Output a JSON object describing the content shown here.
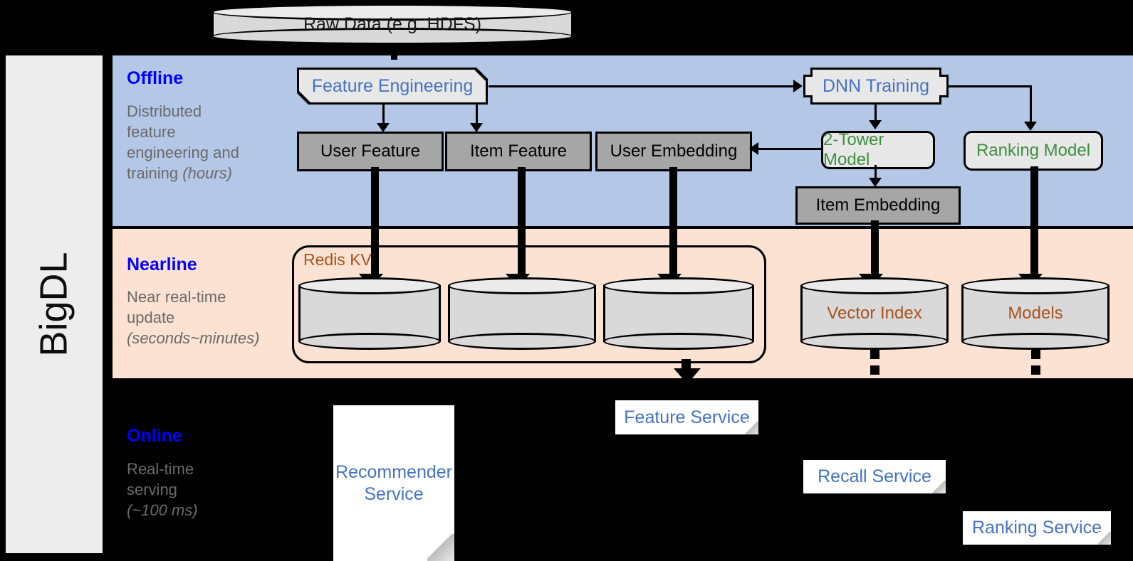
{
  "framework": {
    "name": "BigDL"
  },
  "top": {
    "raw_data_label": "Raw Data (e.g. HDFS)"
  },
  "bands": {
    "offline": {
      "title": "Offline",
      "description_line1": "Distributed",
      "description_line2": "feature",
      "description_line3": "engineering and",
      "description_line4": "training ",
      "description_emphasis": "(hours)"
    },
    "nearline": {
      "title": "Nearline",
      "description_line1": "Near real-time",
      "description_line2": "update",
      "description_emphasis": "(seconds~minutes)"
    },
    "online": {
      "title": "Online",
      "description_line1": "Real-time",
      "description_line2": "serving",
      "description_emphasis": "(~100 ms)"
    }
  },
  "offline_nodes": {
    "feature_engineering": "Feature Engineering",
    "dnn_training": "DNN Training",
    "user_feature": "User Feature",
    "item_feature": "Item Feature",
    "user_embedding": "User Embedding",
    "two_tower_model": "2-Tower Model",
    "ranking_model": "Ranking Model",
    "item_embedding": "Item Embedding"
  },
  "nearline_nodes": {
    "redis_kv": "Redis KV",
    "store_1": "",
    "store_2": "",
    "store_3": "",
    "vector_index": "Vector Index",
    "models": "Models"
  },
  "online_nodes": {
    "recommender_service": "Recommender Service",
    "feature_service": "Feature Service",
    "recall_service": "Recall Service",
    "ranking_service": "Ranking Service"
  },
  "colors": {
    "offline_band": "#b4c7e7",
    "nearline_band": "#fbe2d2",
    "online_band": "#000000",
    "band_title": "#0000ff",
    "blue_text": "#4472c4",
    "green_text": "#3f8f3f",
    "brown_text": "#a8521c",
    "grey_box": "#a6a6a6",
    "rail": "#ededed"
  }
}
